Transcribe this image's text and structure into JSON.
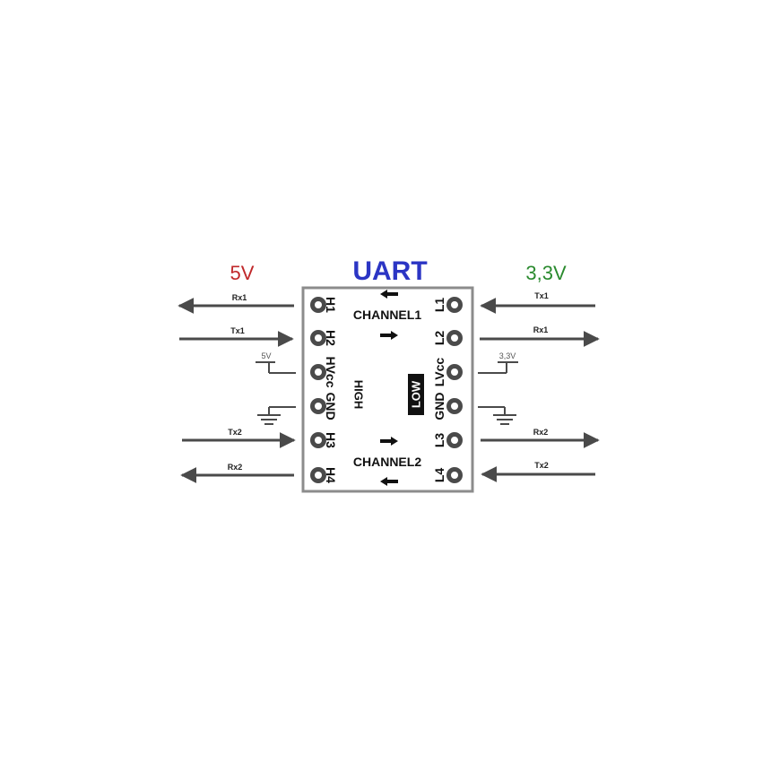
{
  "title": "UART",
  "left_voltage": "5V",
  "right_voltage": "3,3V",
  "colors": {
    "title": "#2b35c4",
    "left_voltage": "#c0282a",
    "right_voltage": "#2a8a2e",
    "wire": "#4a4a4a",
    "board_border": "#8c8c8c",
    "pin_fill": "#4a4a4a"
  },
  "board": {
    "channel1": "CHANNEL1",
    "channel2": "CHANNEL2",
    "high_label": "HIGH",
    "low_label": "LOW",
    "left_pins": [
      "H1",
      "H2",
      "HVcc",
      "GND",
      "H3",
      "H4"
    ],
    "right_pins": [
      "L1",
      "L2",
      "LVcc",
      "GND",
      "L3",
      "L4"
    ]
  },
  "left_signals": {
    "row1": "Rx1",
    "row2": "Tx1",
    "row5": "Tx2",
    "row6": "Rx2",
    "supply": "5V"
  },
  "right_signals": {
    "row1": "Tx1",
    "row2": "Rx1",
    "row5": "Rx2",
    "row6": "Tx2",
    "supply": "3,3V"
  },
  "icons": [
    "arrow-left-icon",
    "arrow-right-icon",
    "ground-icon",
    "supply-tee-icon",
    "pin-pad-icon"
  ]
}
